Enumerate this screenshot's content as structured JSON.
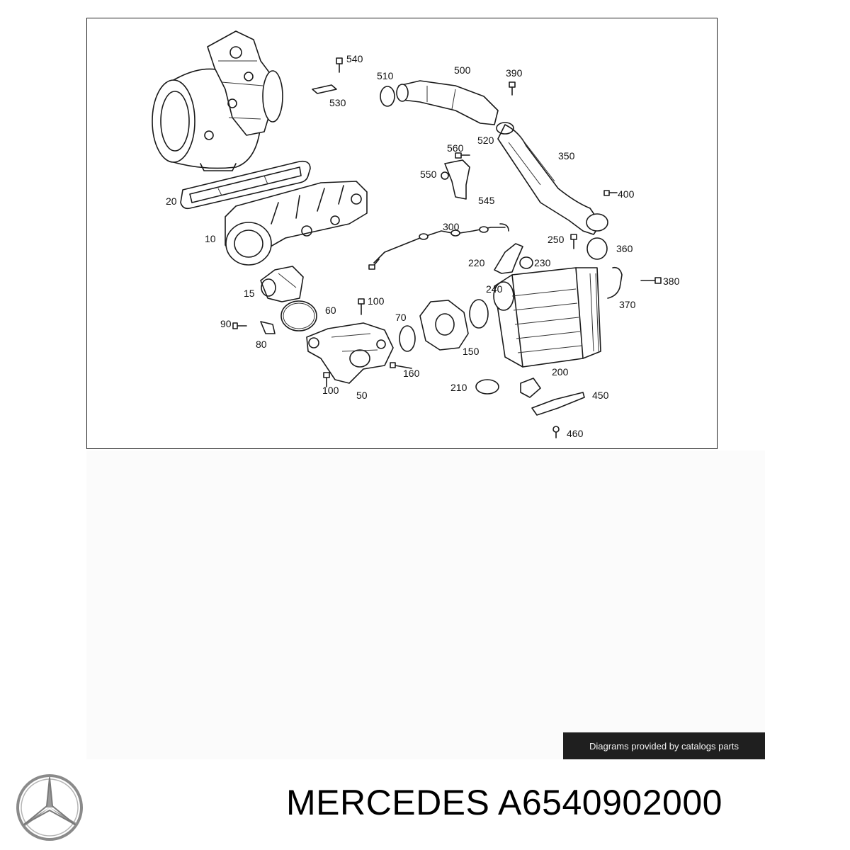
{
  "diagram": {
    "callouts": [
      "540",
      "510",
      "500",
      "390",
      "530",
      "520",
      "350",
      "560",
      "550",
      "545",
      "400",
      "20",
      "10",
      "300",
      "250",
      "360",
      "220",
      "230",
      "380",
      "15",
      "240",
      "370",
      "100",
      "60",
      "90",
      "70",
      "80",
      "150",
      "160",
      "200",
      "210",
      "450",
      "100",
      "50",
      "460"
    ]
  },
  "credit": "Diagrams provided by catalogs parts",
  "brand": "MERCEDES",
  "part_number": "A6540902000",
  "logo": "mercedes-star-icon"
}
